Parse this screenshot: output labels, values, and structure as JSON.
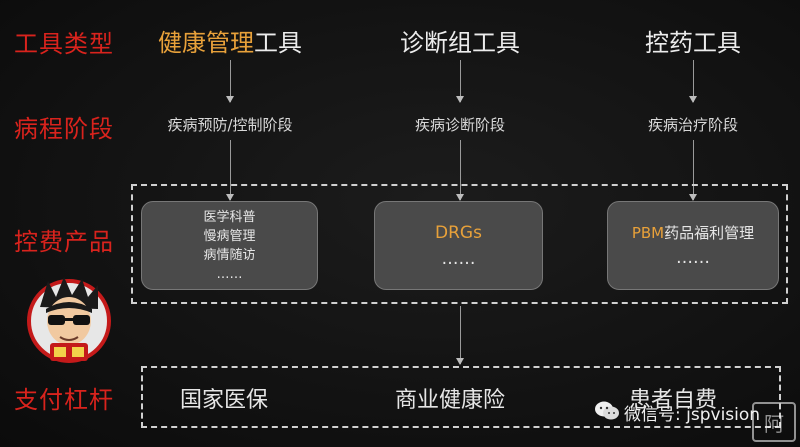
{
  "row_labels": {
    "tool_type": "工具类型",
    "disease_stage": "病程阶段",
    "cost_control": "控费产品",
    "payment_lever": "支付杠杆"
  },
  "tools": [
    {
      "title_highlight": "健康管理",
      "title_rest": "工具",
      "stage": "疾病预防/控制阶段",
      "product_lines": [
        "医学科普",
        "慢病管理",
        "病情随访",
        "……"
      ]
    },
    {
      "title_highlight": "",
      "title_rest": "诊断组工具",
      "stage": "疾病诊断阶段",
      "product_main": "DRGs",
      "product_sub": "……"
    },
    {
      "title_highlight": "",
      "title_rest": "控药工具",
      "stage": "疾病治疗阶段",
      "product_main_prefix": "PBM",
      "product_main_rest": "药品福利管理",
      "product_sub": "……"
    }
  ],
  "payers": [
    "国家医保",
    "商业健康险",
    "患者自费"
  ],
  "watermark": {
    "text": "微信号: jspvision",
    "logo_text": "阿"
  },
  "colors": {
    "row_label": "#d9231d",
    "highlight": "#e8a13a",
    "box_fill": "#4a4a4a"
  }
}
